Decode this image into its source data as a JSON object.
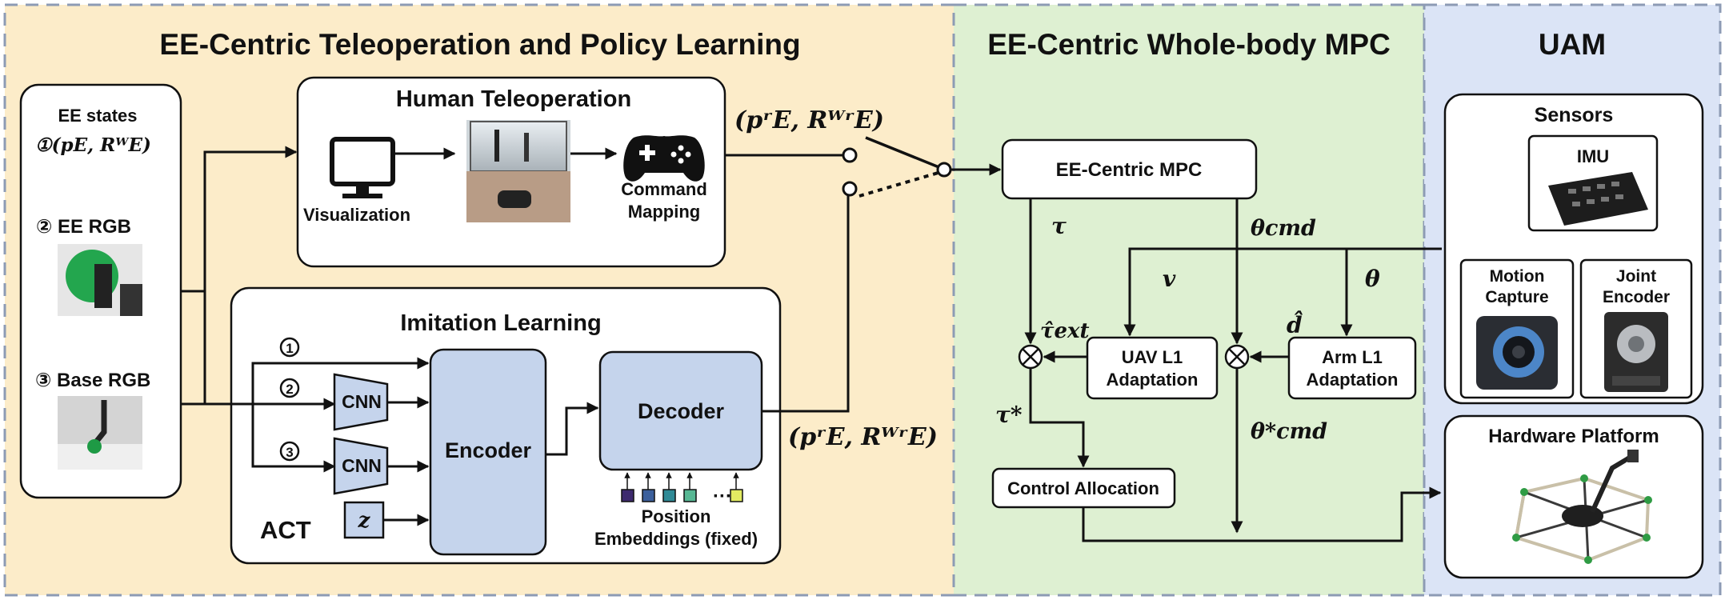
{
  "sections": {
    "left_title": "EE-Centric Teleoperation and Policy Learning",
    "middle_title": "EE-Centric Whole-body MPC",
    "right_title": "UAM"
  },
  "inputs": {
    "ee_states": "EE states",
    "ee_states_math": "①(pE, RᵂE)",
    "ee_rgb": "② EE RGB",
    "base_rgb": "③ Base RGB"
  },
  "teleop": {
    "title": "Human Teleoperation",
    "visualization": "Visualization",
    "command_line1": "Command",
    "command_line2": "Mapping"
  },
  "imitation": {
    "title": "Imitation Learning",
    "n1": "①",
    "n2": "②",
    "n3": "③",
    "cnn": "CNN",
    "encoder": "Encoder",
    "decoder": "Decoder",
    "act": "ACT",
    "z": "z",
    "pos_line1": "Position",
    "pos_line2": "Embeddings (fixed)",
    "embedding_colors": [
      "#3d2a6e",
      "#3b5f9c",
      "#2f8a96",
      "#57b894",
      "#e3ec62"
    ]
  },
  "signals": {
    "ref_top": "(pʳE, RᵂʳE)",
    "ref_bottom": "(pʳE, RᵂʳE)"
  },
  "mpc": {
    "title": "EE-Centric MPC",
    "tau": "τ",
    "theta_cmd": "θcmd",
    "v": "v",
    "theta": "θ",
    "tau_ext": "τ̂ext",
    "d_hat": "d̂",
    "uav_l1_line1": "UAV L1",
    "uav_l1_line2": "Adaptation",
    "arm_l1_line1": "Arm L1",
    "arm_l1_line2": "Adaptation",
    "tau_star": "τ*",
    "theta_cmd_star": "θ*cmd",
    "control_allocation": "Control Allocation"
  },
  "uam": {
    "sensors": "Sensors",
    "imu": "IMU",
    "motion_line1": "Motion",
    "motion_line2": "Capture",
    "joint_line1": "Joint",
    "joint_line2": "Encoder",
    "hardware": "Hardware Platform"
  },
  "colors": {
    "left_bg": "#fcecc9",
    "middle_bg": "#def0d2",
    "right_bg": "#dbe4f6",
    "block_fill": "#c5d4ec",
    "dash": "#8d9bb4"
  }
}
